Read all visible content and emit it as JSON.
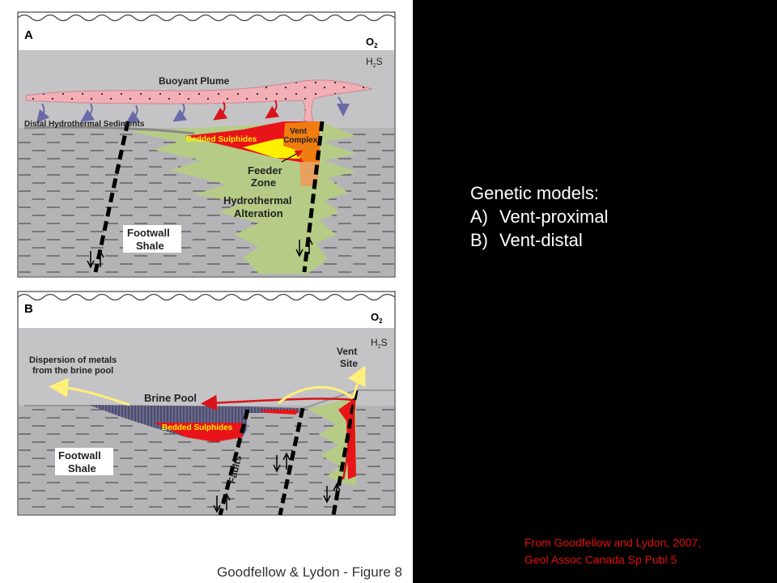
{
  "panel_a": {
    "letter": "A",
    "o2": "O",
    "o2_sub": "2",
    "h2s_h": "H",
    "h2s_sub": "2",
    "h2s_s": "S",
    "buoyant_plume": "Buoyant Plume",
    "distal_sediments": "Distal Hydrothermal Sediments",
    "vent_complex_1": "Vent",
    "vent_complex_2": "Complex",
    "bedded_sulphides": "Bedded Sulphides",
    "feeder_zone_1": "Feeder",
    "feeder_zone_2": "Zone",
    "alteration_1": "Hydrothermal",
    "alteration_2": "Alteration",
    "footwall_1": "Footwall",
    "footwall_2": "Shale"
  },
  "panel_b": {
    "letter": "B",
    "o2": "O",
    "o2_sub": "2",
    "h2s_h": "H",
    "h2s_sub": "2",
    "h2s_s": "S",
    "dispersion_1": "Dispersion of metals",
    "dispersion_2": "from the brine pool",
    "vent_site_1": "Vent",
    "vent_site_2": "Site",
    "brine_pool": "Brine Pool",
    "bedded_sulphides": "Bedded Sulphides",
    "faults": "Faults",
    "footwall_1": "Footwall",
    "footwall_2": "Shale"
  },
  "figure_caption": "Goodfellow & Lydon - Figure 8",
  "genetic_models": {
    "title": "Genetic models:",
    "items": [
      {
        "letter": "A)",
        "text": "Vent-proximal"
      },
      {
        "letter": "B)",
        "text": "Vent-distal"
      }
    ]
  },
  "citation": {
    "line1": "From Goodfellow and Lydon, 2007,",
    "line2": "Geol Assoc Canada Sp Publ 5"
  },
  "colors": {
    "water": "#c4c4c6",
    "sediment": "#b4b4b6",
    "plume": "#f3aeb6",
    "alteration": "#b6cc86",
    "sulphide": "#e8141a",
    "feeder": "#e8a060",
    "vent": "#f07d10",
    "yellow": "#fff000",
    "brine": "#4c4c6e",
    "arrow_red": "#d8141a",
    "arrow_yellow": "#fff07a",
    "arrow_purple": "#6a6aa8"
  }
}
